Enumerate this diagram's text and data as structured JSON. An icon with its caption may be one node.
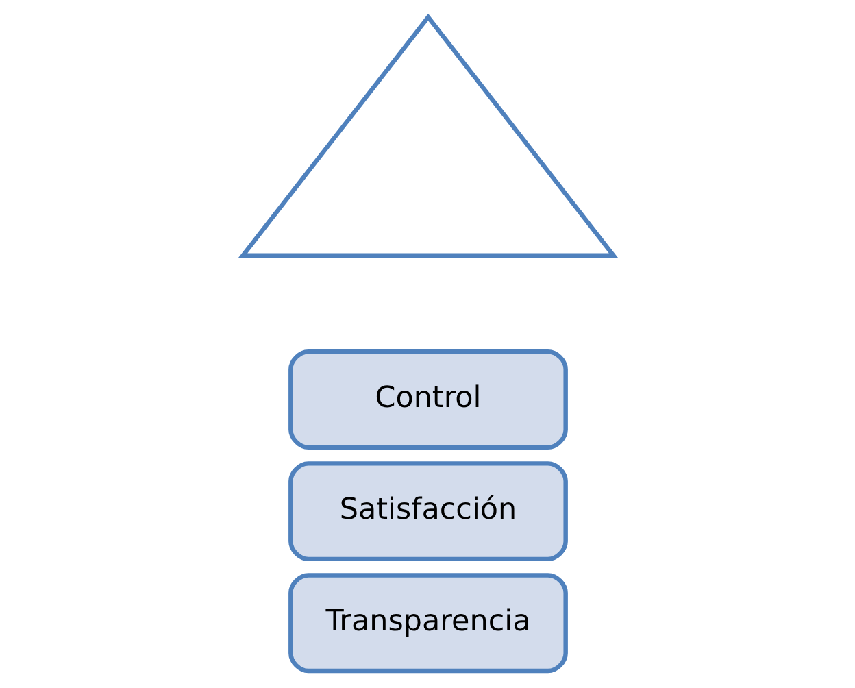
{
  "diagram": {
    "nodes": [
      {
        "text": [],
        "shape": "triangle"
      },
      {
        "text": [
          "Transparencia"
        ]
      },
      {
        "text": [
          "Satisfacción"
        ]
      },
      {
        "text": [
          "Control"
        ]
      }
    ]
  }
}
